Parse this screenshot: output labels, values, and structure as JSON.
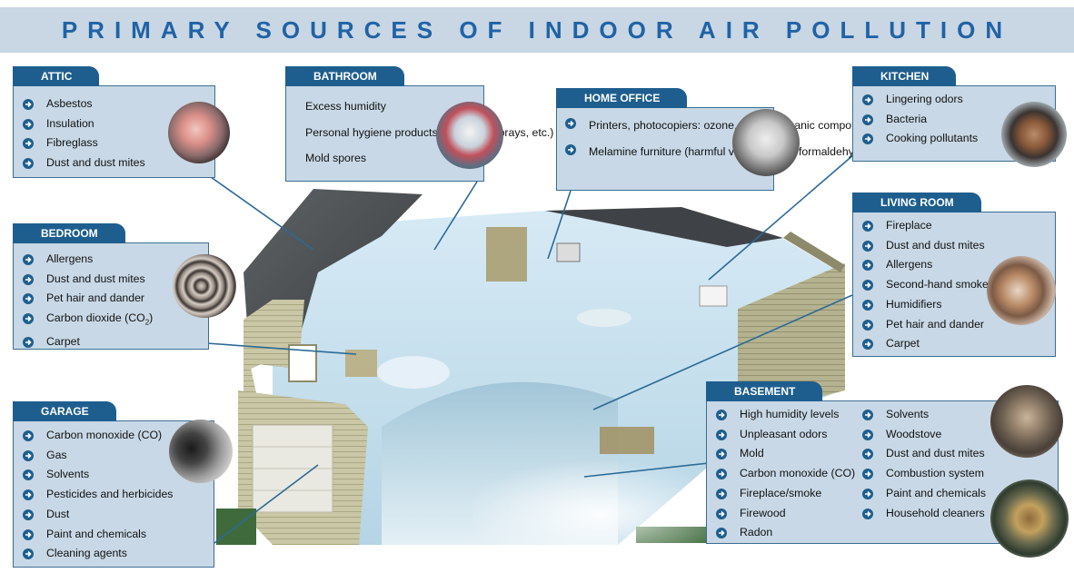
{
  "title": "PRIMARY SOURCES OF INDOOR AIR POLLUTION",
  "colors": {
    "accent": "#1e5e8f",
    "box": "#c8d8e6",
    "title_bar": "#c9d6e3",
    "title_text": "#1f63a6"
  },
  "rooms": {
    "attic": {
      "label": "ATTIC",
      "items": [
        "Asbestos",
        "Insulation",
        "Fibreglass",
        "Dust and dust mites"
      ]
    },
    "bathroom": {
      "label": "BATHROOM",
      "items": [
        "Excess humidity",
        "Personal hygiene products (aerosols, sprays, etc.)",
        "Mold spores"
      ]
    },
    "home_office": {
      "label": "HOME OFFICE",
      "items": [
        "Printers, photocopiers: ozone, volatile organic compounds (VOC)",
        "Melamine furniture (harmful vapors, VOC, formaldehyde)"
      ]
    },
    "kitchen": {
      "label": "KITCHEN",
      "items": [
        "Lingering odors",
        "Bacteria",
        "Cooking pollutants"
      ]
    },
    "bedroom": {
      "label": "BEDROOM",
      "items": [
        "Allergens",
        "Dust and dust mites",
        "Pet hair and dander",
        "Carbon dioxide (CO",
        "2",
        ")",
        "Carpet"
      ]
    },
    "living_room": {
      "label": "LIVING ROOM",
      "items": [
        "Fireplace",
        "Dust and dust mites",
        "Allergens",
        "Second-hand smoke",
        "Humidifiers",
        "Pet hair and dander",
        "Carpet"
      ]
    },
    "garage": {
      "label": "GARAGE",
      "items": [
        "Carbon monoxide (CO)",
        "Gas",
        "Solvents",
        "Pesticides and herbicides",
        "Dust",
        "Paint and chemicals",
        "Cleaning agents"
      ]
    },
    "basement": {
      "label": "BASEMENT",
      "items_left": [
        "High humidity levels",
        "Unpleasant odors",
        "Mold",
        "Carbon monoxide (CO)",
        "Fireplace/smoke",
        "Firewood",
        "Radon"
      ],
      "items_right": [
        "Solvents",
        "Woodstove",
        "Dust and dust mites",
        "Combustion system",
        "Paint and chemicals",
        "Household cleaners"
      ]
    }
  }
}
